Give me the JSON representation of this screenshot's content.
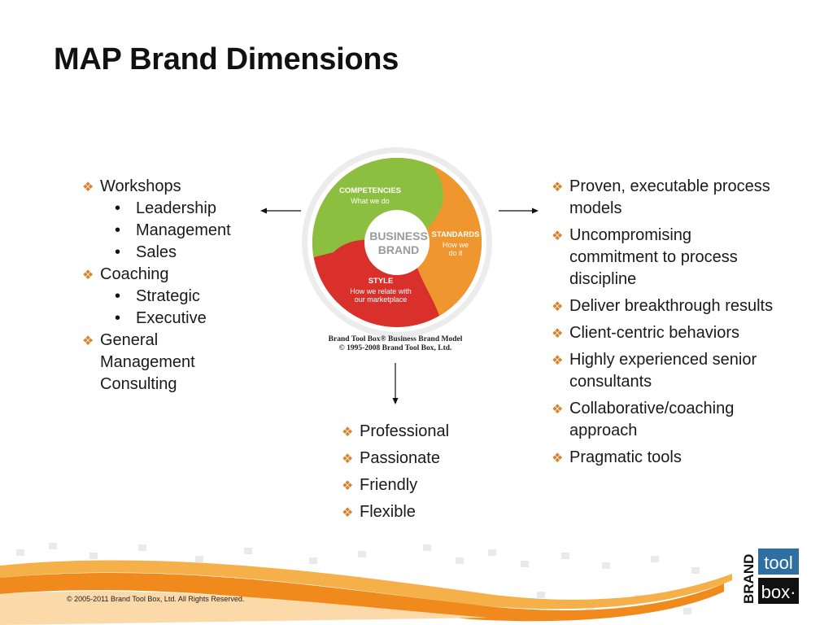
{
  "title": "MAP Brand Dimensions",
  "left_list": {
    "workshops": "Workshops",
    "workshop_items": [
      "Leadership",
      "Management",
      "Sales"
    ],
    "coaching": "Coaching",
    "coaching_items": [
      "Strategic",
      "Executive"
    ],
    "general_line1": "General",
    "general_line2": "Management",
    "general_line3": "Consulting"
  },
  "diagram": {
    "center_line1": "BUSINESS",
    "center_line2": "BRAND",
    "competencies": "COMPETENCIES",
    "competencies_sub": "What we do",
    "standards": "STANDARDS",
    "standards_sub1": "How we",
    "standards_sub2": "do it",
    "style": "STYLE",
    "style_sub1": "How we relate with",
    "style_sub2": "our marketplace",
    "caption_line1": "Brand Tool Box® Business Brand Model",
    "caption_line2": "© 1995-2008 Brand Tool Box, Ltd.",
    "colors": {
      "competencies": "#8cbf3f",
      "standards": "#f0962e",
      "style": "#d9302c",
      "ring": "#d0d0d0"
    }
  },
  "right_list": [
    {
      "line1": "Proven, executable process",
      "line2": "models"
    },
    {
      "line1": "Uncompromising",
      "line2": "commitment to process",
      "line3": "discipline"
    },
    {
      "line1": "Deliver breakthrough results"
    },
    {
      "line1": "Client-centric behaviors"
    },
    {
      "line1": "Highly experienced senior",
      "line2": "consultants"
    },
    {
      "line1": "Collaborative/coaching",
      "line2": "approach"
    },
    {
      "line1": "Pragmatic tools"
    }
  ],
  "bottom_list": [
    "Professional",
    "Passionate",
    "Friendly",
    "Flexible"
  ],
  "footer": {
    "copyright": "© 2005-2011 Brand Tool Box, Ltd. All Rights Reserved.",
    "logo_brand": "BRAND",
    "logo_tool": "tool",
    "logo_box": "box·",
    "accent": "#f08a1c"
  }
}
